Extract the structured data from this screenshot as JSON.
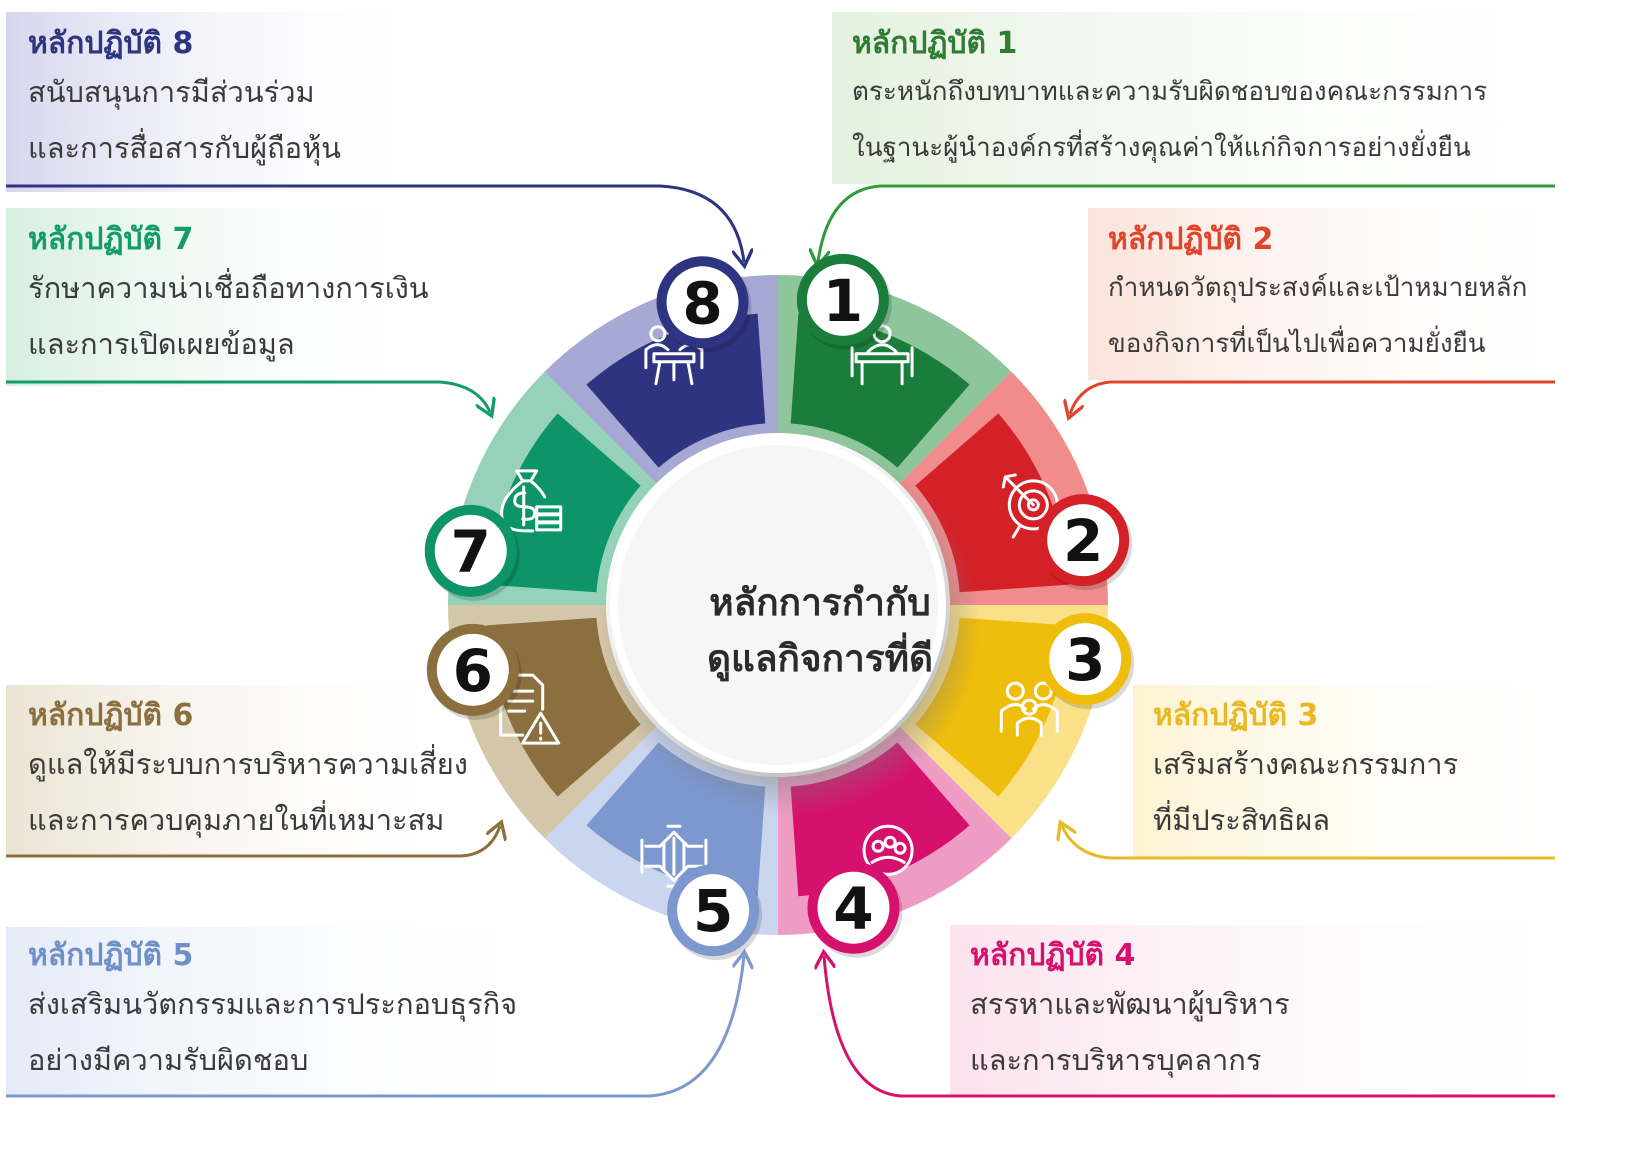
{
  "center": {
    "line1": "หลักการกำกับ",
    "line2": "ดูแลกิจการที่ดี"
  },
  "principles": [
    {
      "number": "1",
      "title": "หลักปฏิบัติ 1",
      "line1": "ตระหนักถึงบทบาทและความรับผิดชอบของคณะกรรมการ",
      "line2": "ในฐานะผู้นำองค์กรที่สร้างคุณค่าให้แก่กิจการอย่างยั่งยืน",
      "color": "#1a7d3b",
      "ring": "#8fc59a",
      "icon": "meeting-table-icon"
    },
    {
      "number": "2",
      "title": "หลักปฏิบัติ 2",
      "line1": "กำหนดวัตถุประสงค์และเป้าหมายหลัก",
      "line2": "ของกิจการที่เป็นไปเพื่อความยั่งยืน",
      "color": "#d42027",
      "ring": "#f08c8c",
      "icon": "target-icon"
    },
    {
      "number": "3",
      "title": "หลักปฏิบัติ 3",
      "line1": "เสริมสร้างคณะกรรมการ",
      "line2": "ที่มีประสิทธิผล",
      "color": "#efbd0c",
      "ring": "#fbe08a",
      "icon": "people-group-icon"
    },
    {
      "number": "4",
      "title": "หลักปฏิบัติ 4",
      "line1": "สรรหาและพัฒนาผู้บริหาร",
      "line2": "และการบริหารบุคลากร",
      "color": "#d6116d",
      "ring": "#ee9cc3",
      "icon": "people-search-icon"
    },
    {
      "number": "5",
      "title": "หลักปฏิบัติ 5",
      "line1": "ส่งเสริมนวัตกรรมและการประกอบธุรกิจ",
      "line2": "อย่างมีความรับผิดชอบ",
      "color": "#7d98cf",
      "ring": "#cad5ee",
      "icon": "teamwork-hands-icon"
    },
    {
      "number": "6",
      "title": "หลักปฏิบัติ 6",
      "line1": "ดูแลให้มีระบบการบริหารความเสี่ยง",
      "line2": "และการควบคุมภายในที่เหมาะสม",
      "color": "#8b6f3e",
      "ring": "#d4c6a8",
      "icon": "document-warning-icon"
    },
    {
      "number": "7",
      "title": "หลักปฏิบัติ 7",
      "line1": "รักษาความน่าเชื่อถือทางการเงิน",
      "line2": "และการเปิดเผยข้อมูล",
      "color": "#0d9468",
      "ring": "#95d2b9",
      "icon": "money-bag-icon"
    },
    {
      "number": "8",
      "title": "หลักปฏิบัติ 8",
      "line1": "สนับสนุนการมีส่วนร่วม",
      "line2": "และการสื่อสารกับผู้ถือหุ้น",
      "color": "#2e3480",
      "ring": "#a6a9d4",
      "icon": "conference-icon"
    }
  ],
  "colors": {
    "p1_title": "#2e7d32",
    "p2_title": "#e0452b",
    "p3_title": "#e8b923",
    "p4_title": "#d6116d",
    "p5_title": "#6f8fc9",
    "p6_title": "#8b6f3e",
    "p7_title": "#129c6c",
    "p8_title": "#2e3480"
  }
}
